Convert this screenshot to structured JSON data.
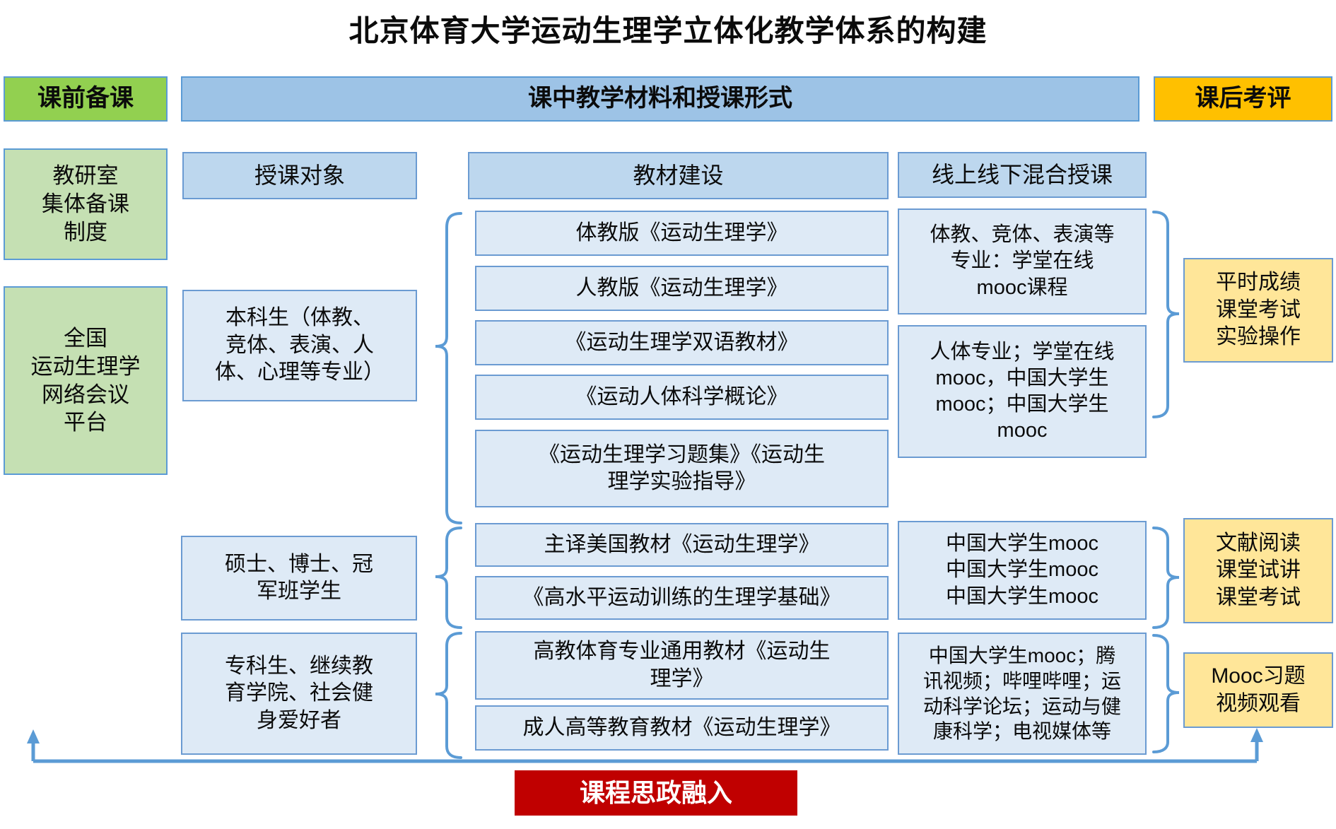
{
  "title": "北京体育大学运动生理学立体化教学体系的构建",
  "headers": {
    "pre_class": "课前备课",
    "in_class": "课中教学材料和授课形式",
    "post_class": "课后考评"
  },
  "pre_class": {
    "items": [
      "教研室\n集体备课\n制度",
      "全国\n运动生理学\n网络会议\n平台"
    ]
  },
  "audience": {
    "header": "授课对象",
    "items": [
      "本科生（体教、\n竞体、表演、人\n体、心理等专业）",
      "硕士、博士、冠\n军班学生",
      "专科生、继续教\n育学院、社会健\n身爱好者"
    ]
  },
  "materials": {
    "header": "教材建设",
    "undergraduate": [
      "体教版《运动生理学》",
      "人教版《运动生理学》",
      "《运动生理学双语教材》",
      "《运动人体科学概论》",
      "《运动生理学习题集》《运动生\n理学实验指导》"
    ],
    "graduate": [
      "主译美国教材《运动生理学》",
      "《高水平运动训练的生理学基础》"
    ],
    "continuing": [
      "高教体育专业通用教材《运动生\n理学》",
      "成人高等教育教材《运动生理学》"
    ]
  },
  "online_teaching": {
    "header": "线上线下混合授课",
    "items": [
      "体教、竞体、表演等\n专业：学堂在线\nmooc课程",
      "人体专业；学堂在线\nmooc，中国大学生\nmooc；中国大学生\nmooc",
      "中国大学生mooc\n中国大学生mooc\n中国大学生mooc",
      "中国大学生mooc；腾\n讯视频；哔哩哔哩；运\n动科学论坛；运动与健\n康科学；电视媒体等"
    ]
  },
  "assessment": {
    "items": [
      "平时成绩\n课堂考试\n实验操作",
      "文献阅读\n课堂试讲\n课堂考试",
      "Mooc习题\n视频观看"
    ]
  },
  "footer": {
    "ideology": "课程思政融入"
  },
  "colors": {
    "green_header": "#92d050",
    "green_light": "#c5e0b3",
    "blue_header": "#9dc3e6",
    "blue_subheader": "#bdd7ee",
    "blue_light": "#deeaf6",
    "orange_header": "#ffc000",
    "orange_light": "#ffe699",
    "red_box": "#c00000",
    "connector_blue": "#5b9bd5"
  }
}
